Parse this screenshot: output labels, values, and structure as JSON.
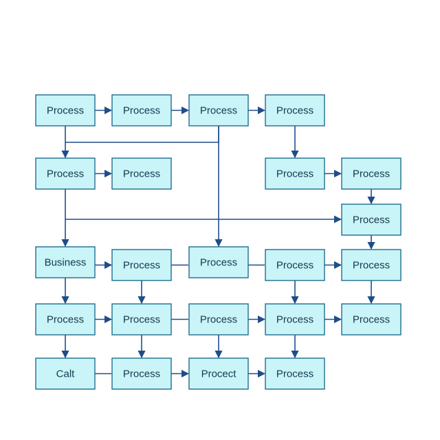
{
  "colors": {
    "box_fill": "#c9f4f8",
    "box_stroke": "#1f6d8f",
    "connector": "#1f4d8a",
    "text": "#16384f",
    "background": "#ffffff"
  },
  "nodes": [
    {
      "id": "r1c1",
      "label": "Process"
    },
    {
      "id": "r1c2",
      "label": "Process"
    },
    {
      "id": "r1c3",
      "label": "Process"
    },
    {
      "id": "r1c4",
      "label": "Process"
    },
    {
      "id": "r2c1",
      "label": "Process"
    },
    {
      "id": "r2c2",
      "label": "Process"
    },
    {
      "id": "r2c4",
      "label": "Process"
    },
    {
      "id": "r2c5",
      "label": "Process"
    },
    {
      "id": "r3c5",
      "label": "Process"
    },
    {
      "id": "r4c1",
      "label": "Business"
    },
    {
      "id": "r4c2",
      "label": "Process"
    },
    {
      "id": "r4c3",
      "label": "Process"
    },
    {
      "id": "r4c4",
      "label": "Process"
    },
    {
      "id": "r4c5",
      "label": "Process"
    },
    {
      "id": "r5c1",
      "label": "Process"
    },
    {
      "id": "r5c2",
      "label": "Process"
    },
    {
      "id": "r5c3",
      "label": "Process"
    },
    {
      "id": "r5c4",
      "label": "Process"
    },
    {
      "id": "r5c5",
      "label": "Process"
    },
    {
      "id": "r6c1",
      "label": "Calt"
    },
    {
      "id": "r6c2",
      "label": "Process"
    },
    {
      "id": "r6c3",
      "label": "Procect"
    },
    {
      "id": "r6c4",
      "label": "Process"
    }
  ],
  "edges": [
    {
      "from": "r1c1",
      "to": "r1c2",
      "arrow": true
    },
    {
      "from": "r1c2",
      "to": "r1c3",
      "arrow": true
    },
    {
      "from": "r1c3",
      "to": "r1c4",
      "arrow": true
    },
    {
      "from": "r1c1",
      "to": "r2c1",
      "arrow": true
    },
    {
      "from": "r1c3",
      "to": "r2c1",
      "arrow": false
    },
    {
      "from": "r1c3",
      "to": "r4c3",
      "arrow": true
    },
    {
      "from": "r1c4",
      "to": "r2c4",
      "arrow": true
    },
    {
      "from": "r2c1",
      "to": "r2c2",
      "arrow": true
    },
    {
      "from": "r2c4",
      "to": "r2c5",
      "arrow": true
    },
    {
      "from": "r2c5",
      "to": "r3c5",
      "arrow": true
    },
    {
      "from": "r2c1",
      "to": "r4c1",
      "arrow": true
    },
    {
      "from": "r2c1",
      "to": "r3c5",
      "arrow": true
    },
    {
      "from": "r3c5",
      "to": "r4c5",
      "arrow": true
    },
    {
      "from": "r4c1",
      "to": "r4c2",
      "arrow": true
    },
    {
      "from": "r4c2",
      "to": "r4c3",
      "arrow": false
    },
    {
      "from": "r4c3",
      "to": "r4c4",
      "arrow": false
    },
    {
      "from": "r4c4",
      "to": "r4c5",
      "arrow": true
    },
    {
      "from": "r4c1",
      "to": "r5c1",
      "arrow": true
    },
    {
      "from": "r4c2",
      "to": "r5c2",
      "arrow": true
    },
    {
      "from": "r4c4",
      "to": "r5c4",
      "arrow": true
    },
    {
      "from": "r4c5",
      "to": "r5c5",
      "arrow": true
    },
    {
      "from": "r5c1",
      "to": "r5c2",
      "arrow": true
    },
    {
      "from": "r5c2",
      "to": "r5c3",
      "arrow": false
    },
    {
      "from": "r5c3",
      "to": "r5c4",
      "arrow": true
    },
    {
      "from": "r5c4",
      "to": "r5c5",
      "arrow": true
    },
    {
      "from": "r5c1",
      "to": "r6c1",
      "arrow": true
    },
    {
      "from": "r5c2",
      "to": "r6c2",
      "arrow": true
    },
    {
      "from": "r5c3",
      "to": "r6c3",
      "arrow": true
    },
    {
      "from": "r5c4",
      "to": "r6c4",
      "arrow": true
    },
    {
      "from": "r6c1",
      "to": "r6c2",
      "arrow": false
    },
    {
      "from": "r6c2",
      "to": "r6c3",
      "arrow": true
    },
    {
      "from": "r6c3",
      "to": "r6c4",
      "arrow": true
    }
  ]
}
